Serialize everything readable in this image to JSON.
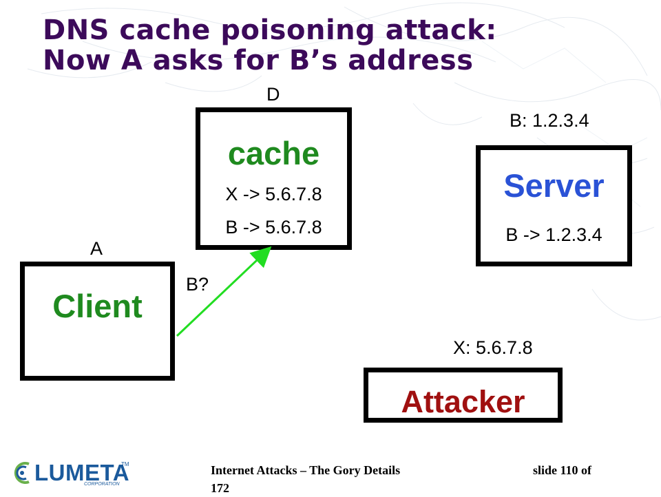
{
  "slide": {
    "title_line1": "DNS cache poisoning attack:",
    "title_line2": "Now A asks for B’s address",
    "colors": {
      "title": "#3c0a5a",
      "cache": "#1f8a1f",
      "client": "#1f8a1f",
      "server": "#2a52d6",
      "attacker": "#a01010",
      "arrow": "#22dd22"
    }
  },
  "diagram": {
    "labels": {
      "d": "D",
      "a": "A",
      "b_addr": "B: 1.2.3.4",
      "x_addr": "X: 5.6.7.8",
      "query": "B?"
    },
    "cache_box": {
      "title": "cache",
      "line1": "X -> 5.6.7.8",
      "line2": "B -> 5.6.7.8"
    },
    "server_box": {
      "title": "Server",
      "line1": "B -> 1.2.3.4"
    },
    "client_box": {
      "title": "Client"
    },
    "attacker_box": {
      "title": "Attacker"
    }
  },
  "footer": {
    "logo_text": "LUMETA",
    "logo_tm": "TM",
    "logo_sub": "CORPORATION",
    "title": "Internet Attacks – The Gory Details",
    "slide_label": "slide 110 of",
    "slide_total": "172"
  }
}
